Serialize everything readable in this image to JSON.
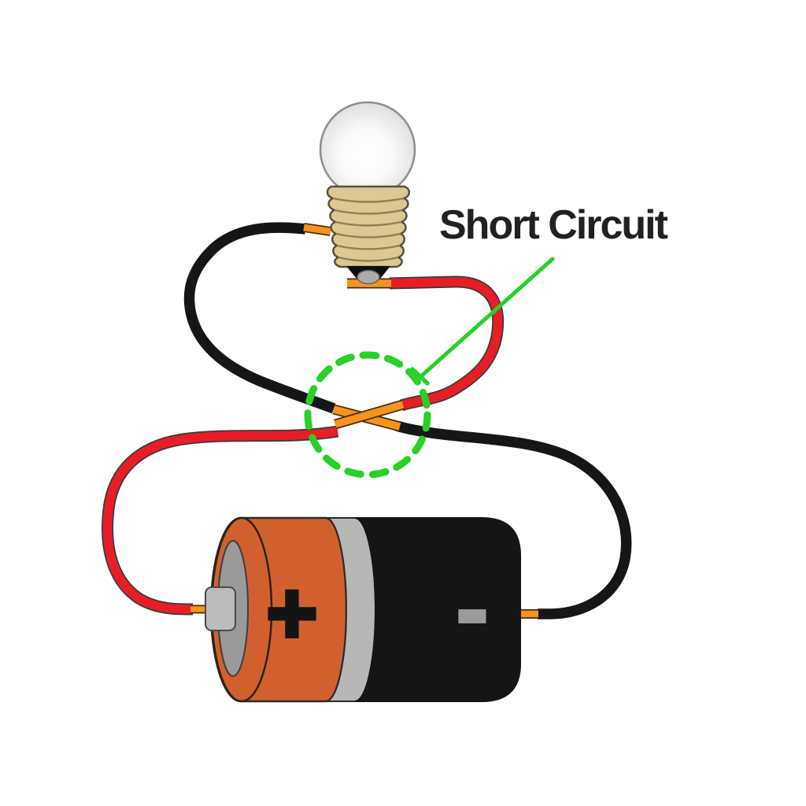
{
  "figure": {
    "title_label": "Short Circuit",
    "battery": {
      "positive_symbol": "+",
      "negative_symbol": "-"
    },
    "components": {
      "bulb": "incandescent-light-bulb",
      "battery": "d-cell-battery",
      "fault_point": "crossed-bare-wires-short-circuit",
      "annotation": "dashed-circle-callout"
    },
    "colors": {
      "wire_red": "#e81e26",
      "wire_black": "#161616",
      "exposed_copper": "#f5941f",
      "annotation_green": "#27d127",
      "battery_orange": "#d2602e",
      "battery_black": "#151515",
      "battery_band_gray": "#b7b7b7",
      "battery_cap_gray": "#9a9a9a",
      "terminal_gray": "#bcbcbc",
      "minus_gray": "#9b9b9b",
      "bulb_base_tan": "#dcc893",
      "bulb_glass_gray": "#dedede",
      "label_color": "#212121"
    }
  }
}
